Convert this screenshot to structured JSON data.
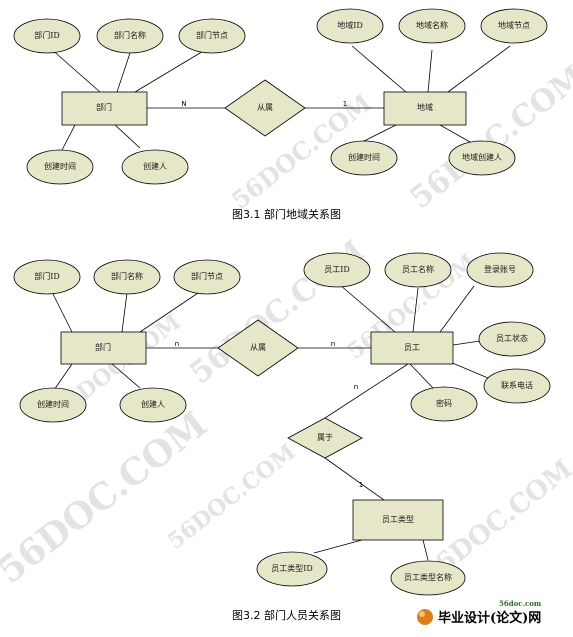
{
  "diagram1": {
    "caption": "图3.1  部门地域关系图",
    "entities": {
      "dept": "部门",
      "region": "地域"
    },
    "relationship": "从属",
    "cardinality": {
      "left": "N",
      "right": "1"
    },
    "attributes": {
      "dept_id": "部门ID",
      "dept_name": "部门名称",
      "dept_node": "部门节点",
      "dept_created_time": "创建时间",
      "dept_creator": "创建人",
      "region_id": "地域ID",
      "region_name": "地域名称",
      "region_node": "地域节点",
      "region_created_time": "创建时间",
      "region_creator": "地域创建人"
    }
  },
  "diagram2": {
    "caption": "图3.2  部门人员关系图",
    "entities": {
      "dept": "部门",
      "employee": "员工",
      "employee_type": "员工类型"
    },
    "relationships": {
      "belongs": "从属",
      "of_type": "属于"
    },
    "cardinality": {
      "dept_side": "n",
      "emp_side": "n",
      "emp_to_type": "n",
      "type_side": "1"
    },
    "attributes": {
      "dept_id": "部门ID",
      "dept_name": "部门名称",
      "dept_node": "部门节点",
      "dept_created_time": "创建时间",
      "dept_creator": "创建人",
      "emp_id": "员工ID",
      "emp_name": "员工名称",
      "login_account": "登录账号",
      "emp_status": "员工状态",
      "phone": "联系电话",
      "password": "密码",
      "type_id": "员工类型ID",
      "type_name": "员工类型名称"
    }
  },
  "watermark": "56DOC.COM",
  "logo": {
    "domain": "56doc.com",
    "text": "毕业设计(论文)网"
  },
  "colors": {
    "shape_fill": "#e6e6c8",
    "stroke": "#000000",
    "logo_orange": "#e07b1c",
    "logo_domain": "#2a6c2a"
  }
}
